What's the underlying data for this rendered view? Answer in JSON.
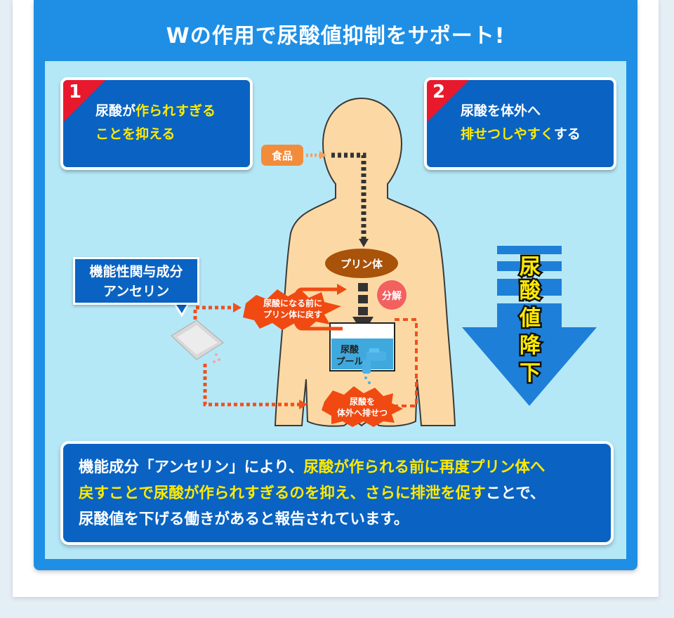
{
  "title": "Wの作用で尿酸値抑制をサポート!",
  "card1": {
    "number": "1",
    "line1_plain": "尿酸が",
    "line1_highlight": "作られすぎる",
    "line2_highlight": "ことを抑える"
  },
  "card2": {
    "number": "2",
    "line1_plain": "尿酸を体外へ",
    "line2_highlight": "排せつしやすく",
    "line2_plain": "する"
  },
  "diagram": {
    "food": "食品",
    "purine": "プリン体",
    "decompose": "分解",
    "return_line1": "尿酸になる前に",
    "return_line2": "プリン体に戻す",
    "pool_line1": "尿酸",
    "pool_line2": "プール",
    "excrete_line1": "尿酸を",
    "excrete_line2": "体外へ排せつ",
    "ingredient_line1": "機能性関与成分",
    "ingredient_line2": "アンセリン",
    "decrease": [
      "尿",
      "酸",
      "値",
      "降",
      "下"
    ]
  },
  "bottom": {
    "seg1_plain": "機能成分「アンセリン」により、",
    "seg1_highlight": "尿酸が作られる前に再度プリン体へ",
    "seg2_highlight": "戻すことで尿酸が作られすぎるのを抑え、さらに排泄を促す",
    "seg2_plain": "ことで、",
    "seg3_plain": "尿酸値を下げる働きがあると報告されています。"
  },
  "colors": {
    "panel": "#1f8fe5",
    "card": "#0a63c2",
    "inner": "#b5e8f7",
    "highlight": "#ffea00",
    "badge": "#e8192c",
    "body": "#fcd9a4",
    "dotted": "#f0501c"
  }
}
